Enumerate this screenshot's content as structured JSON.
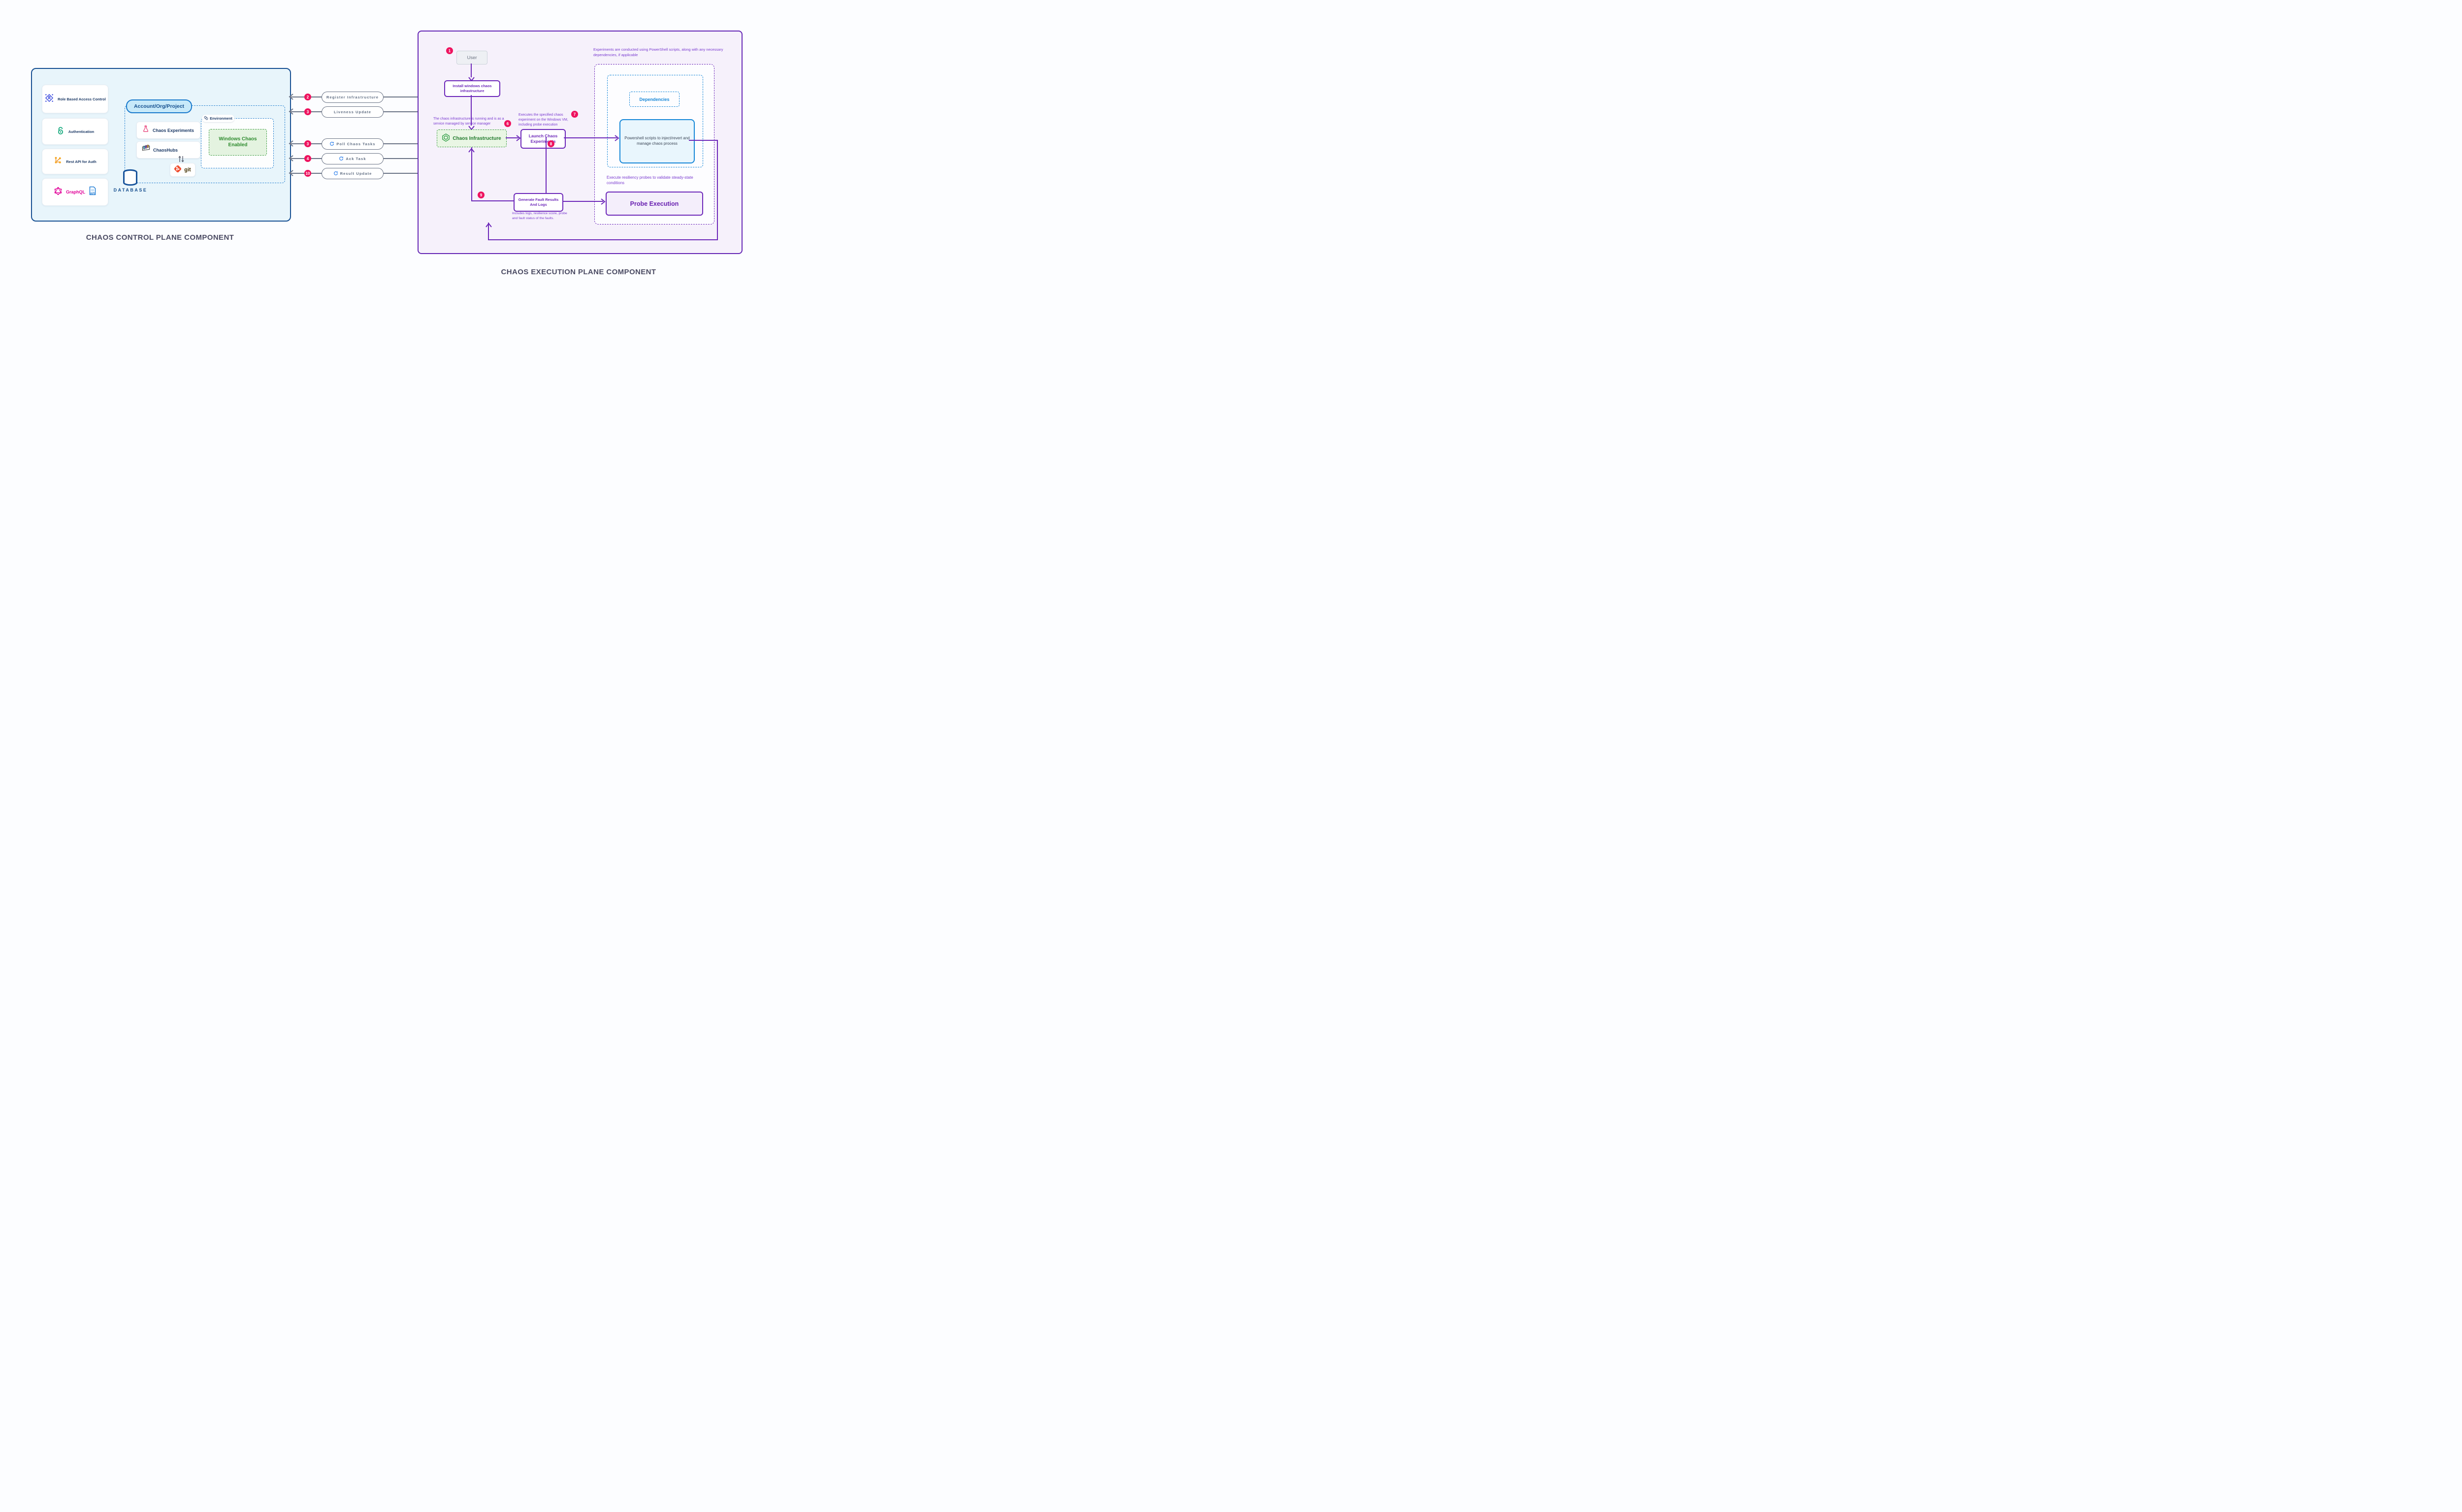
{
  "titles": {
    "control": "CHAOS CONTROL PLANE COMPONENT",
    "execution": "CHAOS EXECUTION PLANE COMPONENT"
  },
  "control_plane": {
    "cards": [
      {
        "icon": "rbac-icon",
        "label": "Role Based Access Control"
      },
      {
        "icon": "auth-lock-icon",
        "label": "Authentication"
      },
      {
        "icon": "rest-api-icon",
        "label": "Rest API for Auth"
      },
      {
        "icon": "graphql-icon",
        "label": "GraphQL",
        "api_badge": "API"
      }
    ],
    "account_group": {
      "label": "Account/Org/Project",
      "items": [
        {
          "icon": "flask-icon",
          "label": "Chaos Experiments"
        },
        {
          "icon": "chaoshub-icon",
          "label": "ChaosHubs"
        }
      ],
      "git_label": "git"
    },
    "environment": {
      "label": "Environment",
      "status_box": "Windows Chaos Enabled"
    },
    "database_label": "DATABASE"
  },
  "connectors": [
    {
      "badge": "2",
      "label": "Register Infrastructure",
      "refresh": false
    },
    {
      "badge": "3",
      "label": "Liveness Update",
      "refresh": false
    },
    {
      "badge": "3",
      "label": "Poll Chaos Tasks",
      "refresh": true
    },
    {
      "badge": "4",
      "label": "Ack Task",
      "refresh": true
    },
    {
      "badge": "10",
      "label": "Result Update",
      "refresh": true
    }
  ],
  "execution_plane": {
    "badges": {
      "user": "1",
      "running": "6",
      "executes": "7",
      "probe": "8",
      "results": "9"
    },
    "user_label": "User",
    "install_label": "Install windows chaos infrastructure",
    "infra_label": "Chaos Infrastructure",
    "launch_label": "Launch Chaos Experiments",
    "generate_label": "Generate Fault Results And Logs",
    "probe_label": "Probe Execution",
    "dependencies_label": "Dependencies",
    "powershell_label": "Powershell scripts to inject/revert and manage chaos process",
    "notes": {
      "top": "Experiments are conducted using PowerShell scripts, along with any necessary dependencies, if applicable",
      "running": "The chaos infrastructure is running and is as a service managed by service manager",
      "executes": "Executes the specified chaos experiment on the Windows VM, including probe execution",
      "resiliency": "Execute resiliency probes to validate steady-state conditions",
      "includes": "Includes logs, resilience score, probe and fault status of the faults."
    }
  },
  "colors": {
    "control_border": "#164f92",
    "control_fill": "#e8f5fb",
    "exec_border": "#6527b5",
    "exec_fill": "#f6f1fb",
    "purple": "#6d28b9",
    "purple_text": "#7a3bd0",
    "navy": "#1d3a66",
    "green": "#2e8b2e",
    "badge_pink": "#ee135f",
    "gray_line": "#6a7385",
    "blue": "#1788d8",
    "graphql_pink": "#e10098",
    "git_orange": "#f05133"
  }
}
